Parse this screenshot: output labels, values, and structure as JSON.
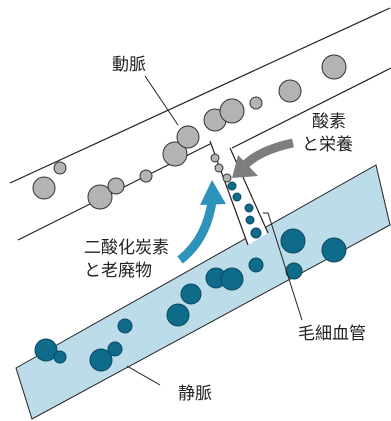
{
  "labels": {
    "artery": "動脈",
    "vein": "静脈",
    "capillary": "毛細血管",
    "oxygen_nutrients": [
      "酸素",
      "と栄養"
    ],
    "co2_waste": [
      "二酸化炭素",
      "と老廃物"
    ]
  },
  "colors": {
    "artery_cell": "#b3b3b3",
    "vein_band": "#bcdcea",
    "vein_cell": "#0f6b8a",
    "arrow_in": "#7d7d7d",
    "arrow_out": "#2d93bb",
    "line": "#222222"
  }
}
